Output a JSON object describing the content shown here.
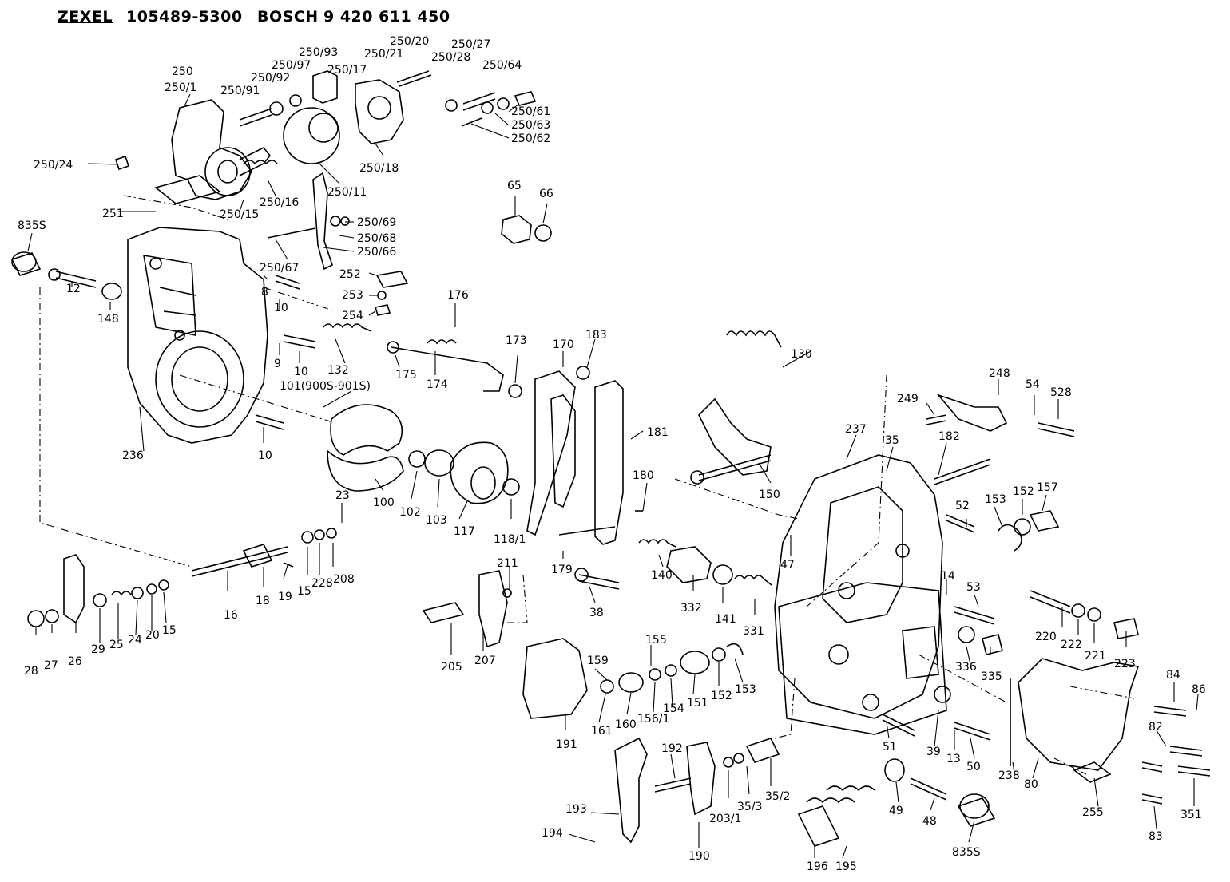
{
  "header": {
    "brand1": "ZEXEL",
    "code1": "105489-5300",
    "brand2": "BOSCH",
    "code2": "9 420 611 450"
  },
  "labels": {
    "l250": "250",
    "l250_1": "250/1",
    "l250_93": "250/93",
    "l250_20": "250/20",
    "l250_21": "250/21",
    "l250_27": "250/27",
    "l250_28": "250/28",
    "l250_64": "250/64",
    "l250_97": "250/97",
    "l250_17": "250/17",
    "l250_92": "250/92",
    "l250_91": "250/91",
    "l250_61": "250/61",
    "l250_63": "250/63",
    "l250_62": "250/62",
    "l250_24": "250/24",
    "l250_18": "250/18",
    "l250_11": "250/11",
    "l250_16": "250/16",
    "l250_15": "250/15",
    "l251": "251",
    "l250_69": "250/69",
    "l250_68": "250/68",
    "l250_66": "250/66",
    "l250_67": "250/67",
    "l835s_a": "835S",
    "l12": "12",
    "l148": "148",
    "l8": "8",
    "l10a": "10",
    "l10b": "10",
    "l10c": "10",
    "l9": "9",
    "l132": "132",
    "l101": "101(900S-901S)",
    "l252": "252",
    "l253": "253",
    "l254": "254",
    "l176": "176",
    "l175": "175",
    "l174": "174",
    "l173": "173",
    "l170": "170",
    "l183": "183",
    "l130": "130",
    "l248": "248",
    "l249": "249",
    "l54": "54",
    "l528": "528",
    "l237": "237",
    "l35": "35",
    "l182": "182",
    "l181": "181",
    "l180": "180",
    "l150": "150",
    "l236": "236",
    "l100": "100",
    "l102": "102",
    "l103": "103",
    "l117": "117",
    "l118_1": "118/1",
    "l23": "23",
    "l15a": "15",
    "l228": "228",
    "l208": "208",
    "l19": "19",
    "l18": "18",
    "l16": "16",
    "l211": "211",
    "l179": "179",
    "l38": "38",
    "l140": "140",
    "l332": "332",
    "l141": "141",
    "l331": "331",
    "l47": "47",
    "l52": "52",
    "l153a": "153",
    "l152a": "152",
    "l157": "157",
    "l14": "14",
    "l53": "53",
    "l220": "220",
    "l222": "222",
    "l221": "221",
    "l223": "223",
    "l336": "336",
    "l335": "335",
    "l28": "28",
    "l27": "27",
    "l26": "26",
    "l29": "29",
    "l25": "25",
    "l24": "24",
    "l20": "20",
    "l15b": "15",
    "l205": "205",
    "l207": "207",
    "l155": "155",
    "l159": "159",
    "l161": "161",
    "l160": "160",
    "l156_1": "156/1",
    "l154": "154",
    "l151": "151",
    "l152b": "152",
    "l153b": "153",
    "l191": "191",
    "l192": "192",
    "l193": "193",
    "l194": "194",
    "l190": "190",
    "l203_1": "203/1",
    "l35_3": "35/3",
    "l35_2": "35/2",
    "l196": "196",
    "l195": "195",
    "l49": "49",
    "l48": "48",
    "l835s_b": "835S",
    "l51": "51",
    "l39": "39",
    "l13": "13",
    "l50": "50",
    "l238": "238",
    "l80": "80",
    "l255": "255",
    "l84": "84",
    "l86": "86",
    "l82": "82",
    "l83": "83",
    "l351": "351",
    "l65": "65",
    "l66": "66"
  }
}
